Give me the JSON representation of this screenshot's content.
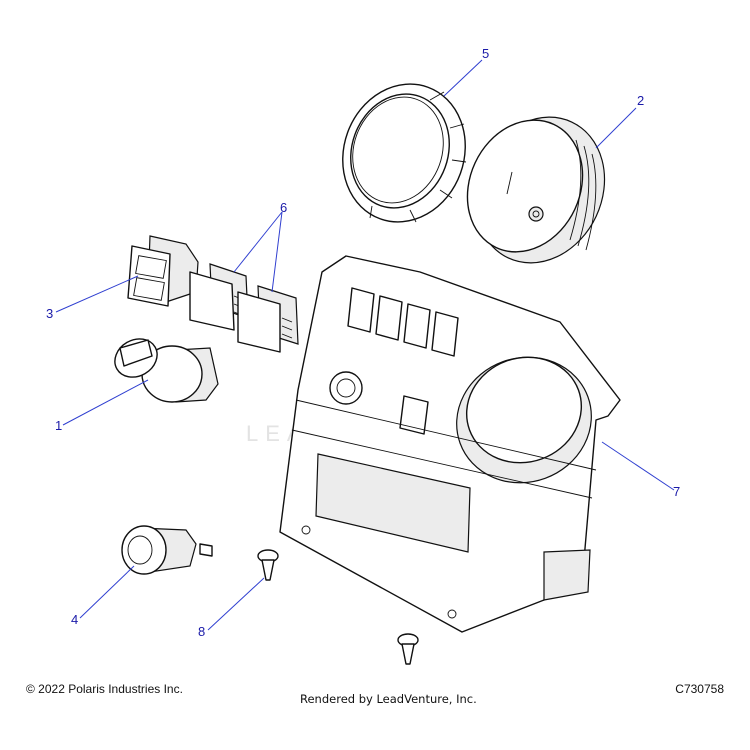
{
  "watermark": "LEADVENTURE",
  "callouts": {
    "c1": "1",
    "c2": "2",
    "c3": "3",
    "c4": "4",
    "c5": "5",
    "c6": "6",
    "c7": "7",
    "c8": "8"
  },
  "footer": {
    "copyright": "© 2022 Polaris Industries Inc.",
    "rendered": "Rendered by LeadVenture, Inc.",
    "part_code": "C730758"
  }
}
